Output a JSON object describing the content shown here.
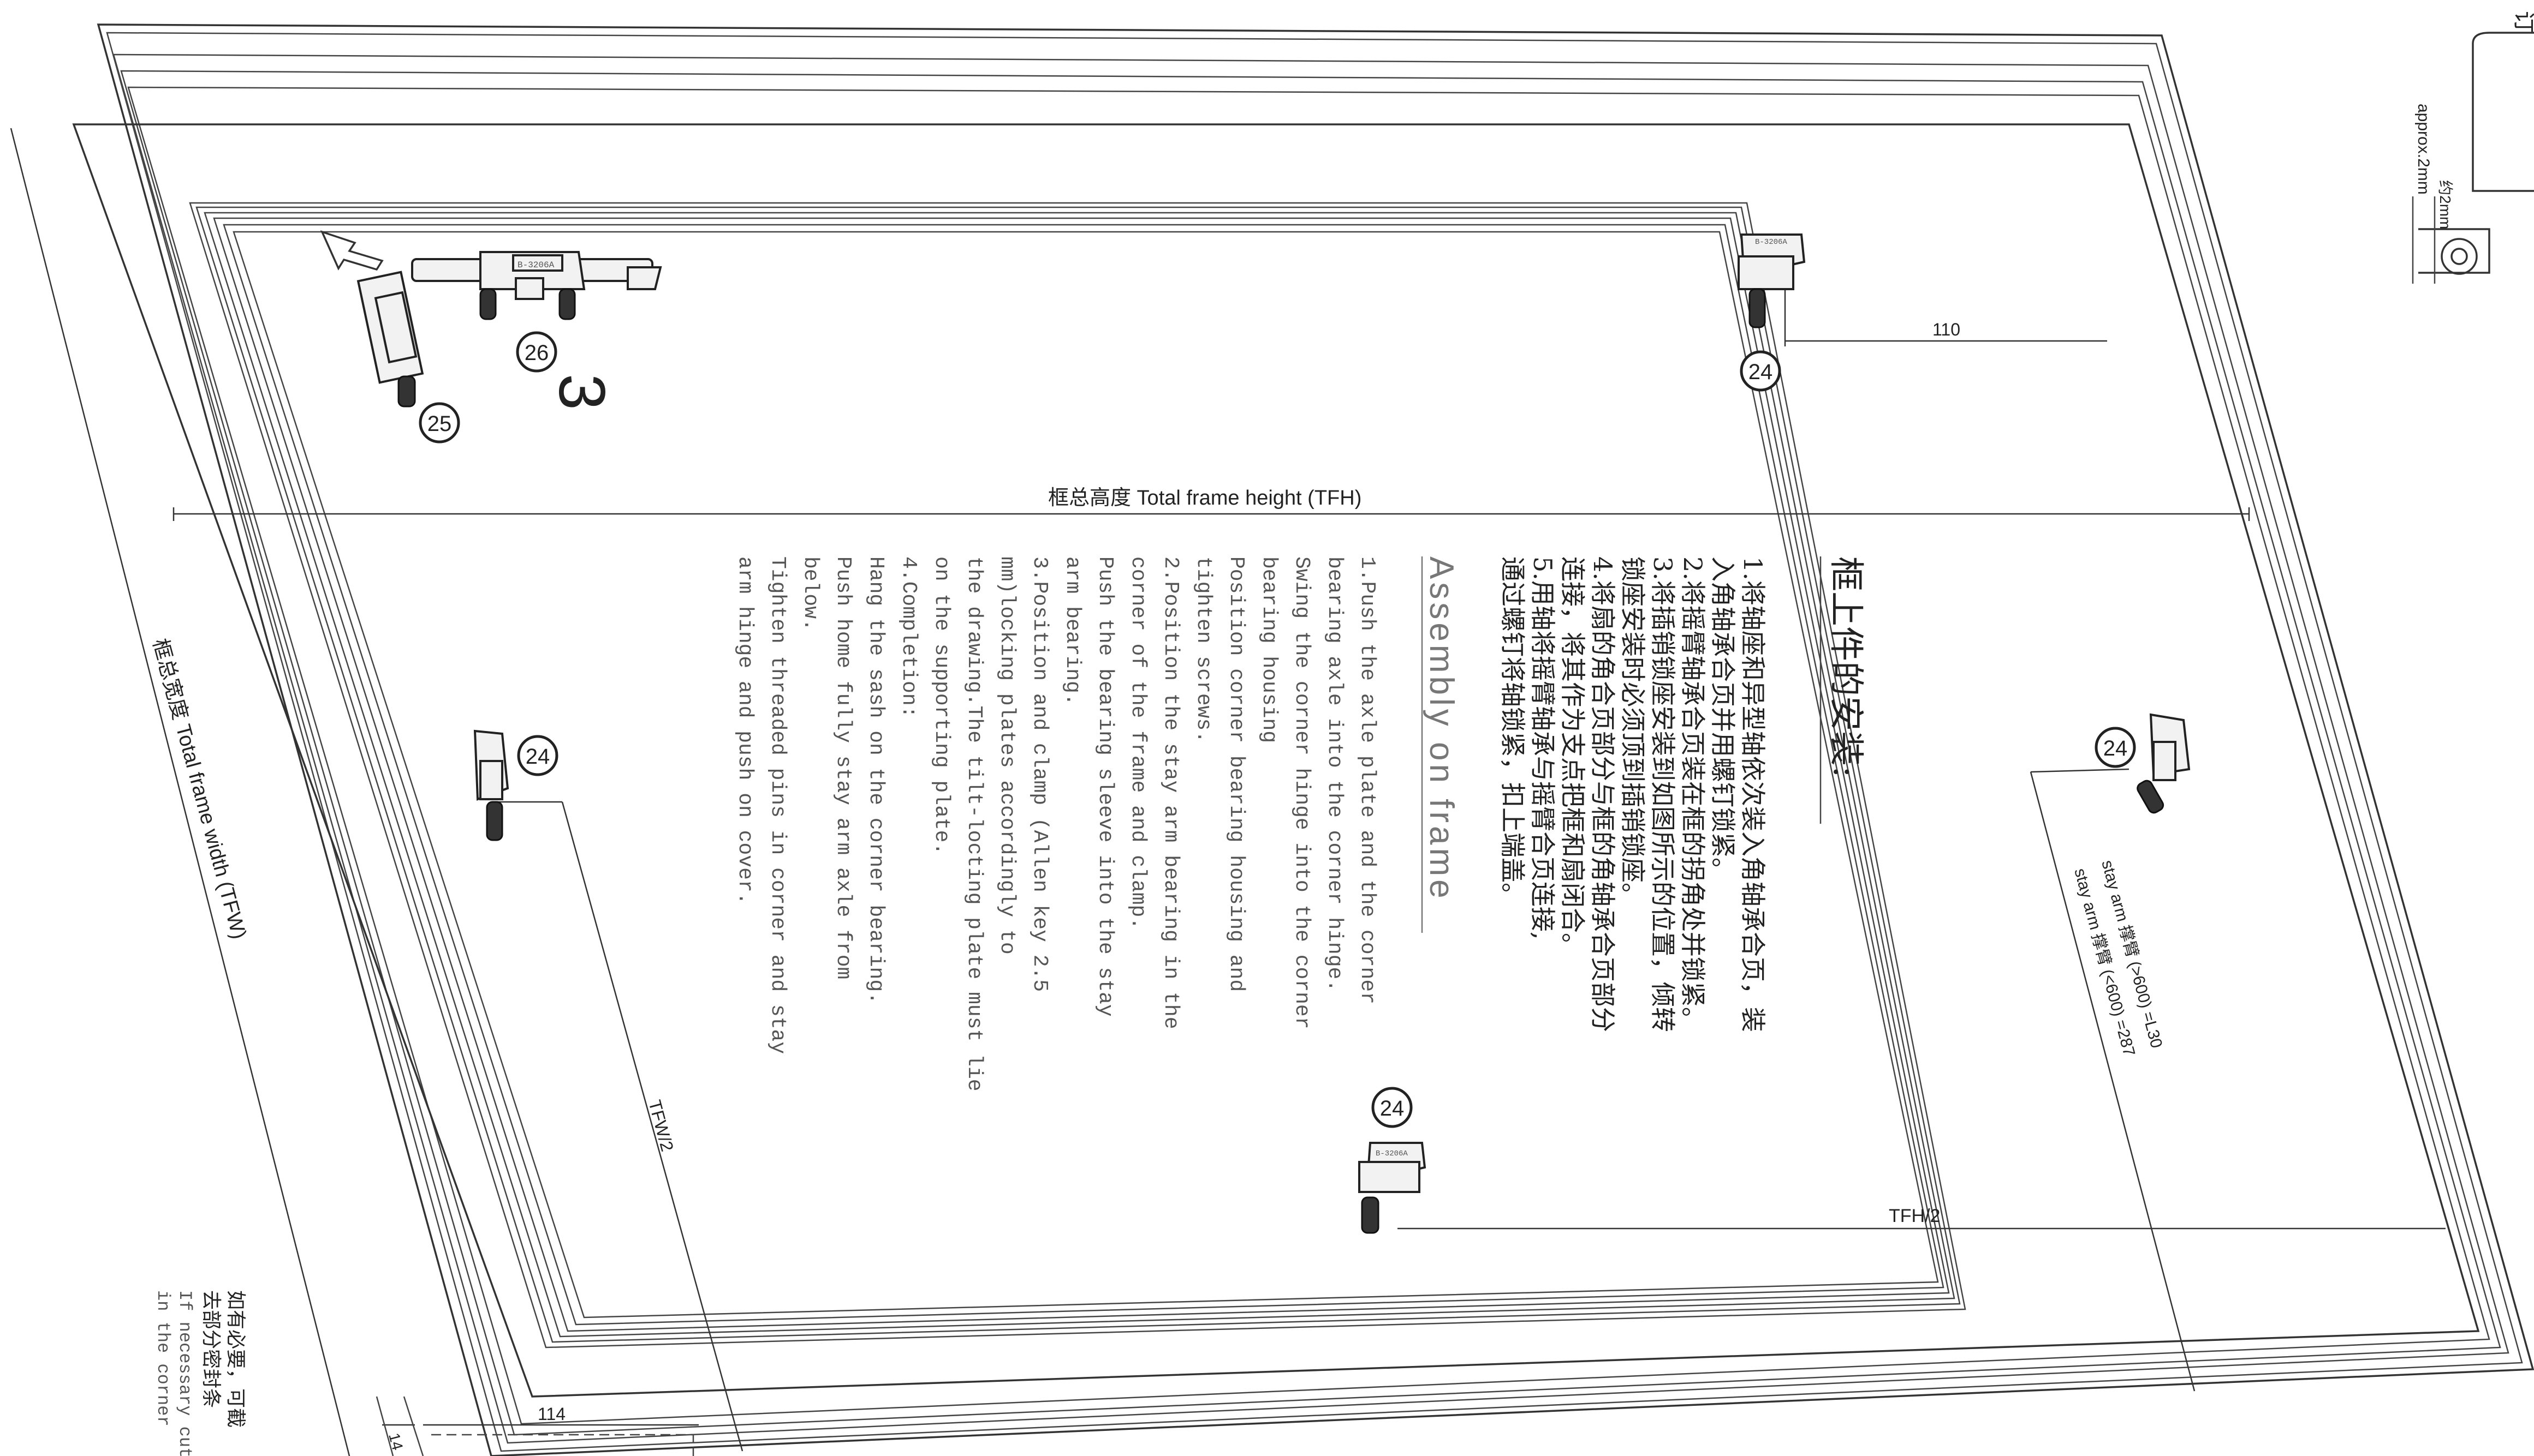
{
  "dimensions": {
    "total_frame_height": "框总高度 Total frame height  (TFH)",
    "total_frame_width": "框总宽度 Total frame width (TFW)",
    "tfh_half": "TFH/2",
    "tfw_half": "TFW/2",
    "dim_110": "110",
    "dim_114": "114",
    "dim_14": "14",
    "approx_cn": "约2mm",
    "approx_en": "approx.2mm",
    "stay_arm_1": "stay arm 撑臂 (>600) =L30",
    "stay_arm_2": "stay arm 撑臂 (<600) =287"
  },
  "step_number": "3",
  "callouts": {
    "c24_top": "24",
    "c24_right": "24",
    "c24_left": "24",
    "c24_mid": "24",
    "c25": "25",
    "c26": "26"
  },
  "instructions_cn": {
    "title": "框上件的安装:",
    "lines": [
      "1.将轴座和异型轴依次装入角轴承合页，装",
      "  入角轴承合页并用螺钉锁紧。",
      "2.将摇臂轴承合页装在框的拐角处并锁紧。",
      "3.将插销锁座安装到如图所示的位置，倾转",
      "  锁座安装时必须顶到插销锁座。",
      "4.将扇的角合页部分与框的角轴承合页部分",
      "  连接，将其作为支点把框和扇闭合。",
      "5.用轴将摇臂轴承与摇臂合页连接,",
      "  通过螺钉将轴锁紧，扣上端盖。"
    ]
  },
  "instructions_en": {
    "title": "Assembly on frame",
    "lines": [
      "1.Push the axle plate and the corner",
      "bearing axle into the corner hinge.",
      "  Swing the corner hinge into the corner",
      "bearing housing",
      "  Position corner bearing housing and",
      "tighten screws.",
      "2.Position the stay arm bearing in the",
      "corner of the frame and clamp.",
      "  Push the bearing sleeve into the stay",
      "arm bearing.",
      "3.Position and clamp (Allen key 2.5",
      "mm)locking plates accordingly to",
      "  the drawing.The tilt-locting plate must lie",
      "on the supporting plate.",
      "4.Completion:",
      "  Hang the sash on the corner bearing.",
      "  Push home fully stay arm axle from",
      "below.",
      "  Tighten threaded pins in corner and stay",
      "arm hinge and push on cover."
    ]
  },
  "corner_note": {
    "lines": [
      "如有必要，可截",
      "去部分密封条",
      "If necessary cut s",
      "in the corner"
    ]
  },
  "hardware_labels": {
    "handle_plate": "B-3206A",
    "keeper_top": "B-3206A",
    "keeper_mid": "B-3206A"
  }
}
